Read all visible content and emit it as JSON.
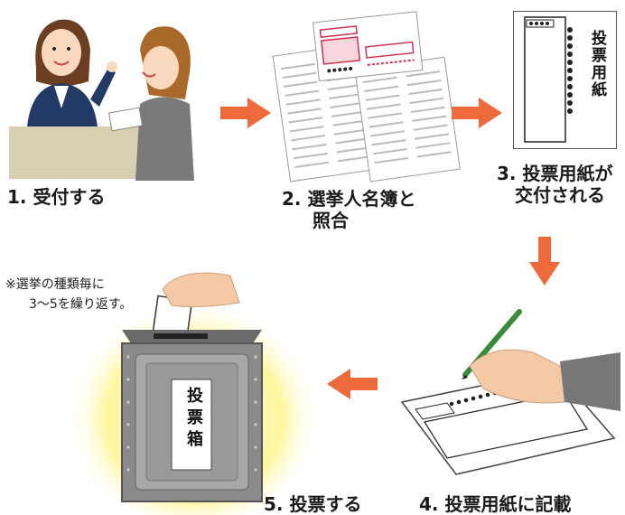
{
  "steps": {
    "s1": "1. 受付する",
    "s2_line1": "2. 選挙人名簿と",
    "s2_line2": "照合",
    "s3_line1": "3. 投票用紙が",
    "s3_line2": "交付される",
    "s4": "4. 投票用紙に記載",
    "s5": "5. 投票する"
  },
  "note": {
    "line1": "※選挙の種類毎に",
    "line2": "3～5を繰り返す。"
  },
  "ballot_text": "投票用紙",
  "ballot_box_text": "投票箱",
  "colors": {
    "arrow": "#ee6a3a",
    "glow": "#fff6a0",
    "box": "#8a8a8a",
    "counter": "#d8cfb0"
  }
}
